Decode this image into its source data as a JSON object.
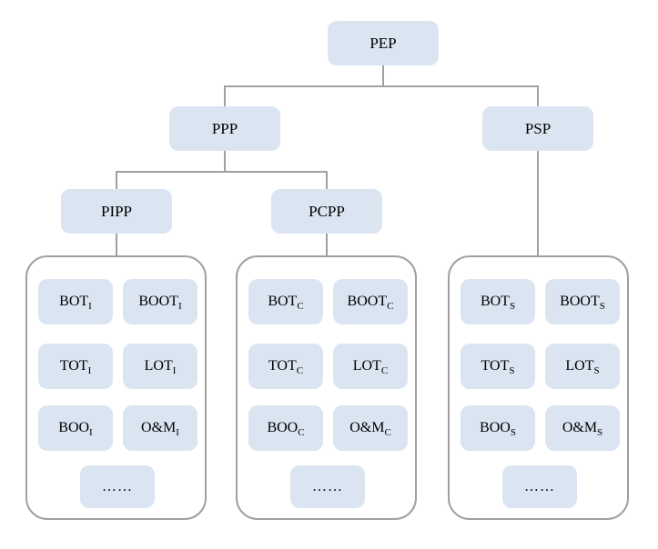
{
  "diagram": {
    "nodes": {
      "root": {
        "label": "PEP"
      },
      "ppp": {
        "label": "PPP"
      },
      "psp": {
        "label": "PSP"
      },
      "pipp": {
        "label": "PIPP"
      },
      "pcpp": {
        "label": "PCPP"
      }
    },
    "groups": [
      {
        "parent": "PIPP",
        "items": [
          {
            "main": "BOT",
            "sub": "I"
          },
          {
            "main": "BOOT",
            "sub": "I"
          },
          {
            "main": "TOT",
            "sub": "I"
          },
          {
            "main": "LOT",
            "sub": "I"
          },
          {
            "main": "BOO",
            "sub": "I"
          },
          {
            "main": "O&M",
            "sub": "I"
          }
        ],
        "ellipsis": "……"
      },
      {
        "parent": "PCPP",
        "items": [
          {
            "main": "BOT",
            "sub": "C"
          },
          {
            "main": "BOOT",
            "sub": "C"
          },
          {
            "main": "TOT",
            "sub": "C"
          },
          {
            "main": "LOT",
            "sub": "C"
          },
          {
            "main": "BOO",
            "sub": "C"
          },
          {
            "main": "O&M",
            "sub": "C"
          }
        ],
        "ellipsis": "……"
      },
      {
        "parent": "PSP",
        "items": [
          {
            "main": "BOT",
            "sub": "S"
          },
          {
            "main": "BOOT",
            "sub": "S"
          },
          {
            "main": "TOT",
            "sub": "S"
          },
          {
            "main": "LOT",
            "sub": "S"
          },
          {
            "main": "BOO",
            "sub": "S"
          },
          {
            "main": "O&M",
            "sub": "S"
          }
        ],
        "ellipsis": "……"
      }
    ],
    "colors": {
      "node_fill": "#dbe5f1",
      "connector": "#a0a0a0",
      "group_border": "#a0a0a0",
      "text": "#000000",
      "background": "#ffffff"
    }
  }
}
